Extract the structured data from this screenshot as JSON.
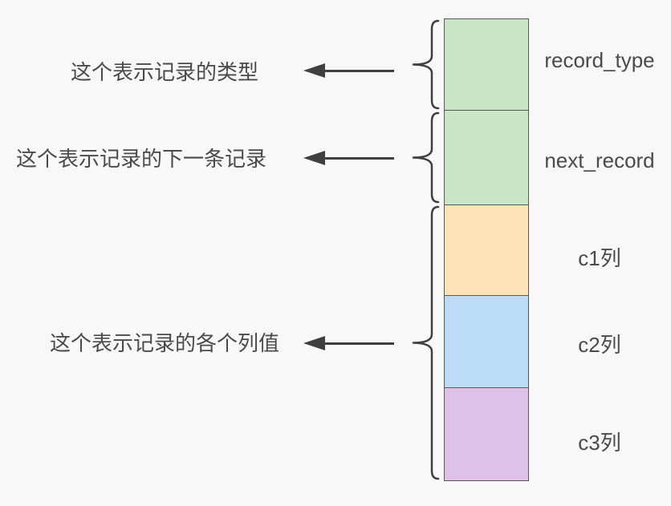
{
  "diagram": {
    "background": "#f8f8f8",
    "line_color": "#3f3f3f",
    "border_color": "#595959",
    "text_color": "#4a4a4a",
    "blocks": [
      {
        "label": "record_type",
        "fill": "#c9e5c6"
      },
      {
        "label": "next_record",
        "fill": "#c9e5c6"
      },
      {
        "label": "c1列",
        "fill": "#fce3b6"
      },
      {
        "label": "c2列",
        "fill": "#bcdcf5"
      },
      {
        "label": "c3列",
        "fill": "#dfc0e8"
      }
    ],
    "annotations": [
      {
        "text": "这个表示记录的类型",
        "points_to": "record_type"
      },
      {
        "text": "这个表示记录的下一条记录",
        "points_to": "next_record"
      },
      {
        "text": "这个表示记录的各个列值",
        "points_to": "c1列 c2列 c3列"
      }
    ]
  }
}
